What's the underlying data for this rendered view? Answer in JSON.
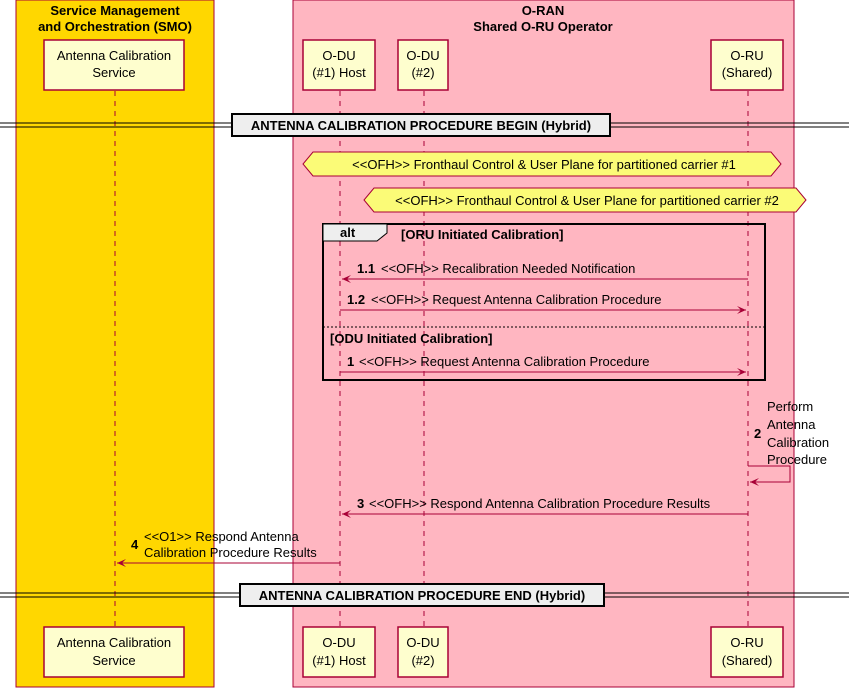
{
  "boxes": {
    "smo": {
      "title_line1": "Service Management",
      "title_line2": "and Orchestration (SMO)",
      "fill": "#FFD700"
    },
    "oran": {
      "title_line1": "O-RAN",
      "title_line2": "Shared O-RU Operator",
      "fill": "#FFB6C1"
    }
  },
  "participants": [
    {
      "id": "acs",
      "line1": "Antenna Calibration",
      "line2": "Service"
    },
    {
      "id": "odu1",
      "line1": "O-DU",
      "line2": "(#1) Host"
    },
    {
      "id": "odu2",
      "line1": "O-DU",
      "line2": "(#2)"
    },
    {
      "id": "oru",
      "line1": "O-RU",
      "line2": "(Shared)"
    }
  ],
  "dividers": {
    "begin": "ANTENNA CALIBRATION PROCEDURE BEGIN (Hybrid)",
    "end": "ANTENNA CALIBRATION PROCEDURE END (Hybrid)"
  },
  "notes": {
    "carrier1": "<<OFH>> Fronthaul Control & User Plane for partitioned carrier #1",
    "carrier2": "<<OFH>> Fronthaul Control & User Plane for partitioned carrier #2"
  },
  "alt": {
    "keyword": "alt",
    "guard1": "[ORU Initiated Calibration]",
    "guard2": "[ODU Initiated Calibration]"
  },
  "messages": {
    "m11": {
      "num": "1.1",
      "text": "<<OFH>> Recalibration Needed Notification"
    },
    "m12": {
      "num": "1.2",
      "text": "<<OFH>> Request Antenna Calibration Procedure"
    },
    "m1": {
      "num": "1",
      "text": "<<OFH>> Request Antenna Calibration Procedure"
    },
    "m2": {
      "num": "2",
      "line1": "Perform",
      "line2": "Antenna",
      "line3": "Calibration",
      "line4": "Procedure"
    },
    "m3": {
      "num": "3",
      "text": "<<OFH>> Respond Antenna Calibration Procedure Results"
    },
    "m4": {
      "num": "4",
      "line1": "<<O1>> Respond Antenna",
      "line2": "Calibration Procedure Results"
    }
  },
  "colors": {
    "border": "#A80036",
    "participant_fill": "#FEFECE",
    "note_fill": "#FBFB77",
    "divider_fill": "#EEEEEE"
  }
}
